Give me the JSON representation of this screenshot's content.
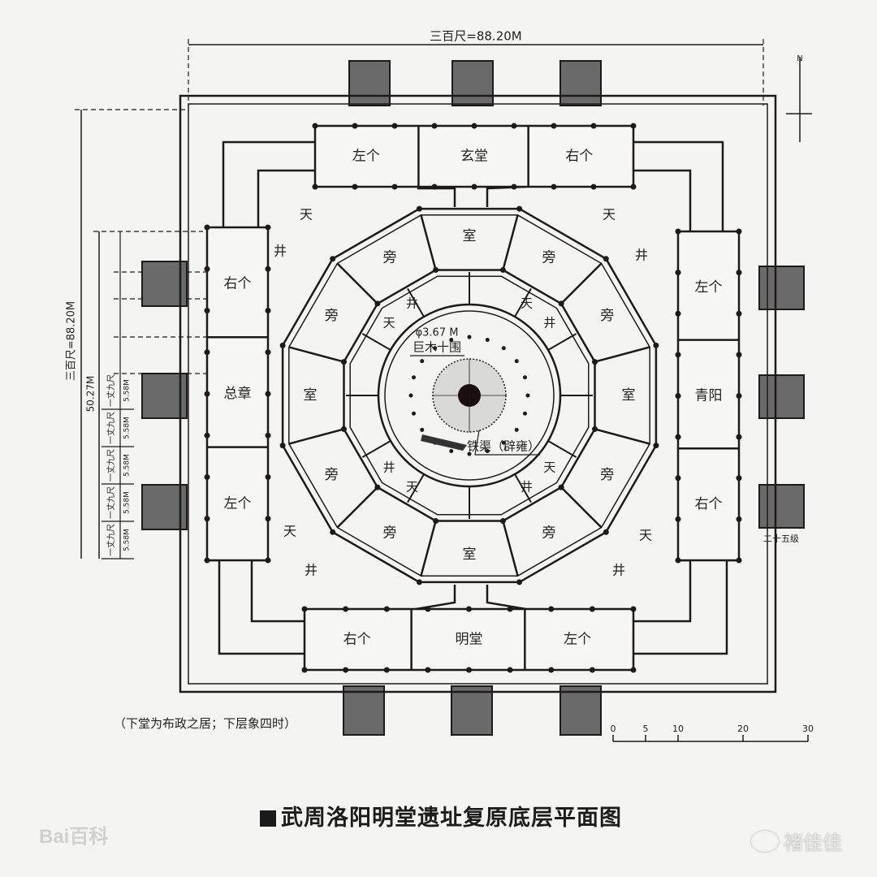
{
  "dimensions": {
    "top_total": "三百尺=88.20M",
    "left_total": "三百尺=88.20M",
    "left_partial": "50.27M",
    "bay_label": "一丈九尺",
    "bay_labels": [
      "一丈九尺",
      "一丈九尺",
      "一丈九尺",
      "一丈九尺",
      "一丈九尺"
    ],
    "bay_values": [
      "5.58M",
      "5.58M",
      "5.58M",
      "5.58M",
      "5.58M"
    ],
    "stairs": "二十五级",
    "north": "N"
  },
  "halls": {
    "north": [
      "左个",
      "玄堂",
      "右个"
    ],
    "south": [
      "右个",
      "明堂",
      "左个"
    ],
    "west": [
      "右个",
      "总章",
      "左个"
    ],
    "east": [
      "左个",
      "青阳",
      "右个"
    ]
  },
  "center": {
    "diameter": "φ3.67 M",
    "pillar": "巨木十围",
    "channel": "铁渠（辟雍）",
    "rooms": {
      "shi": "室",
      "pang": "旁",
      "tian": "天",
      "jing": "井"
    }
  },
  "note": "（下堂为布政之居；下层象四时）",
  "scale": {
    "ticks": [
      "0",
      "5",
      "10",
      "20",
      "30"
    ]
  },
  "caption": "武周洛阳明堂遗址复原底层平面图",
  "watermarks": {
    "baidu": "Bai百科",
    "author": "褚佳佳"
  },
  "colors": {
    "ink": "#1e1a1a",
    "paper": "#f4f4f2",
    "stair": "#6a6a6a"
  }
}
